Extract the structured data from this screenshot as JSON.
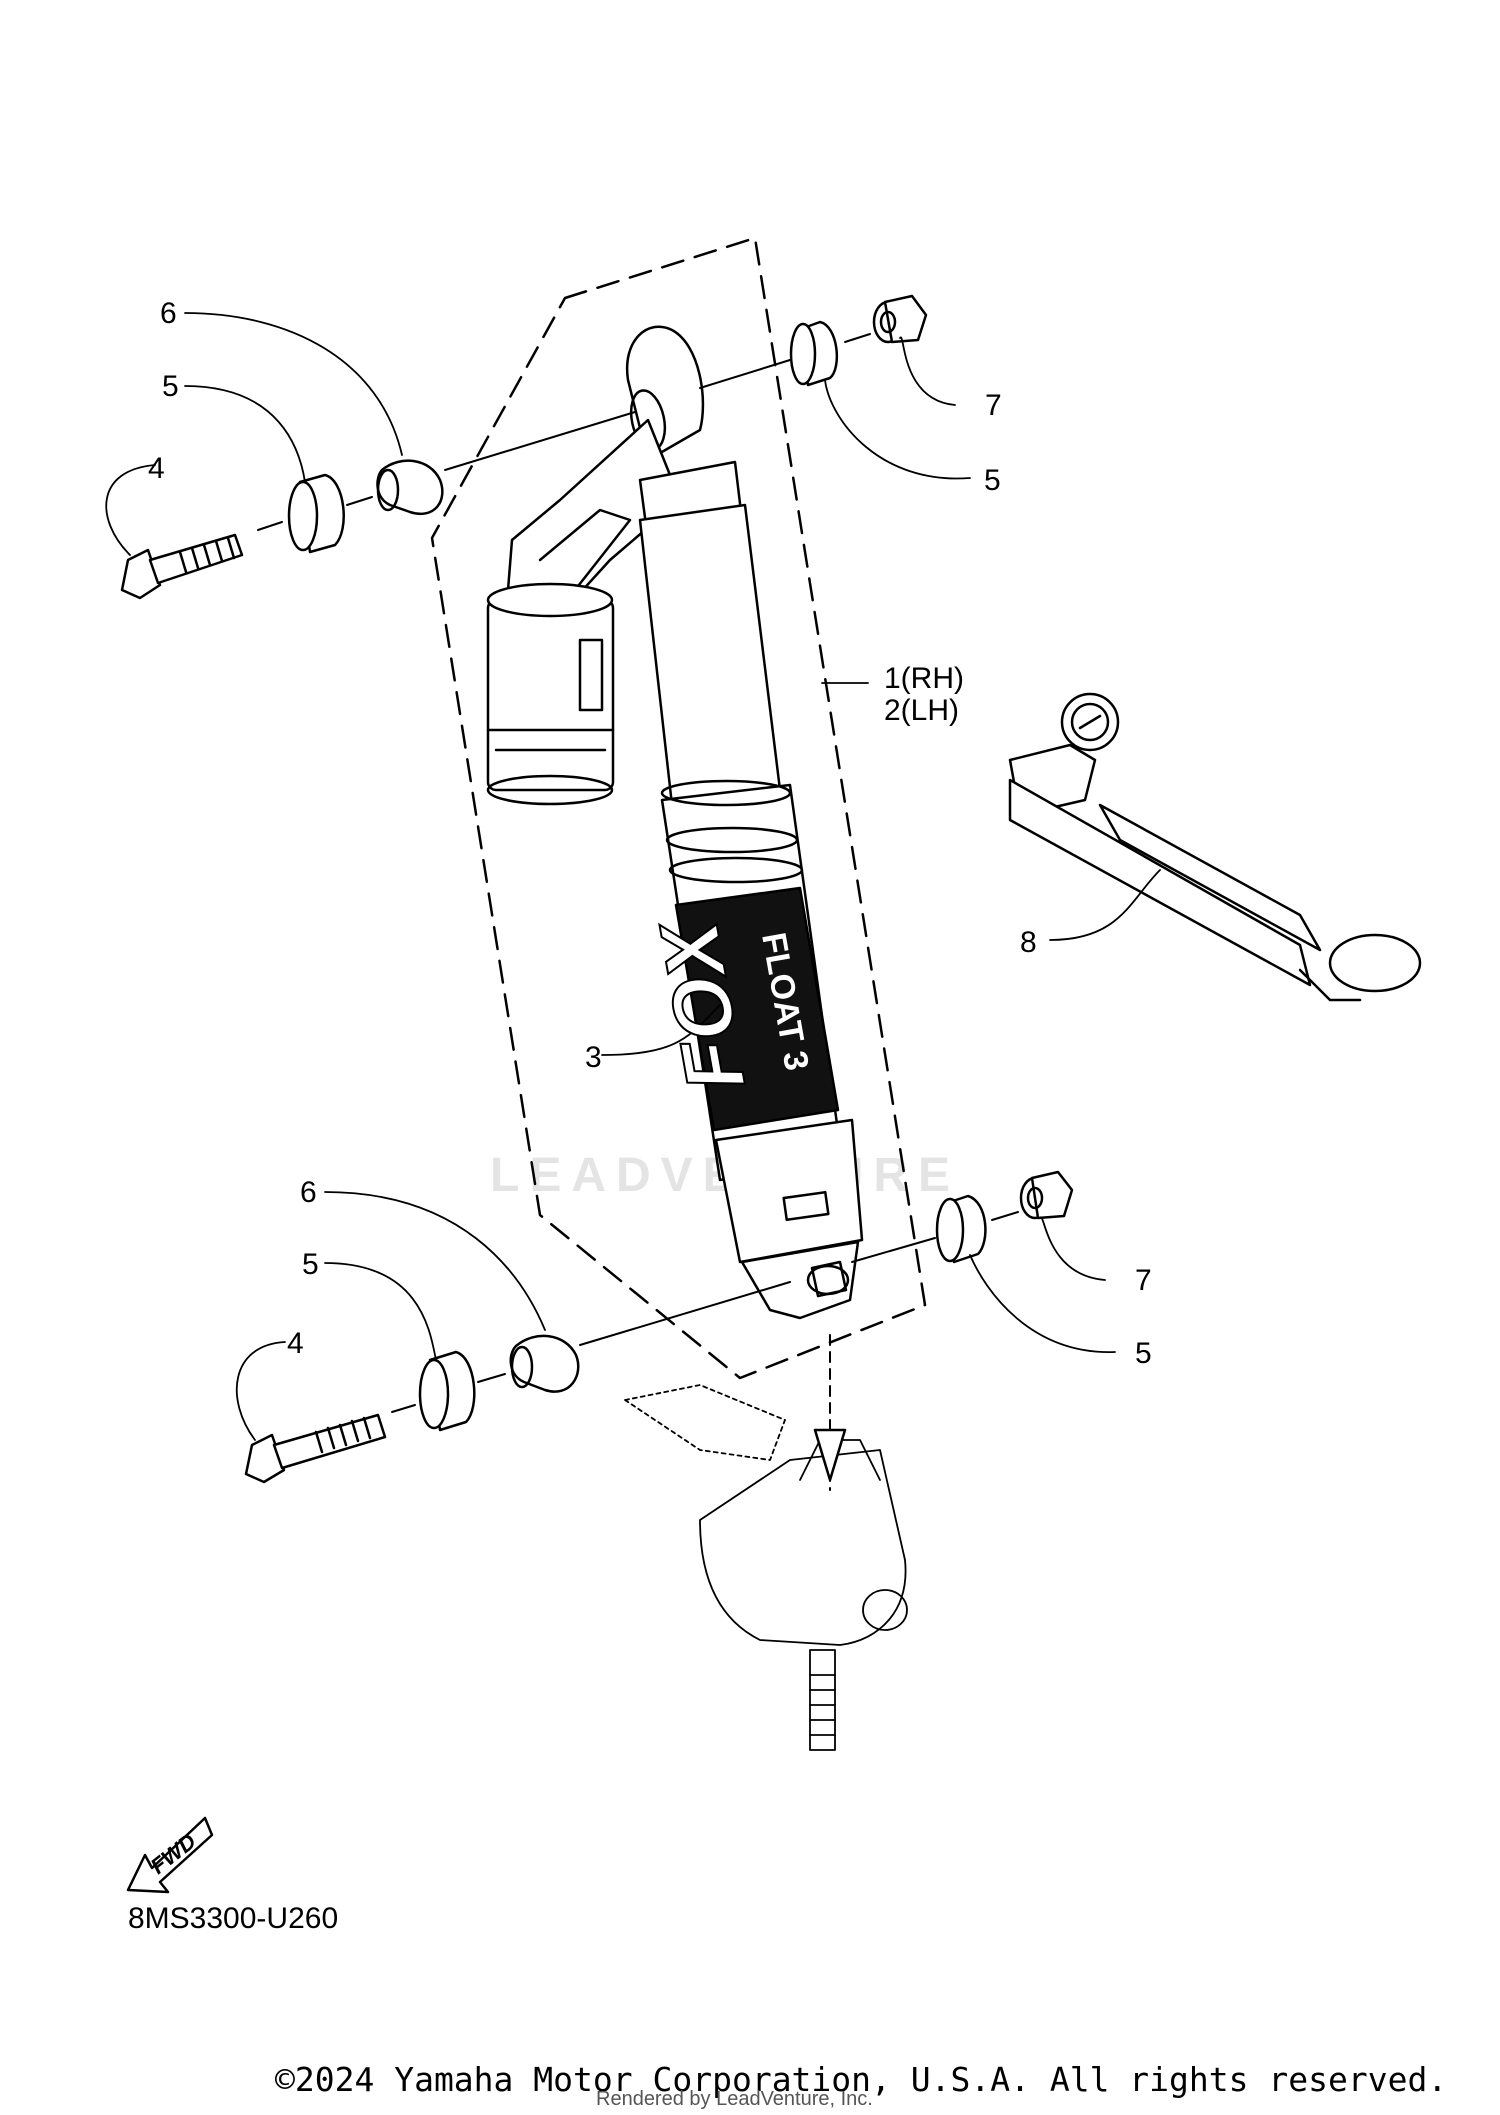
{
  "callouts": {
    "c6_top": "6",
    "c5_top_left": "5",
    "c4_top": "4",
    "c7_top": "7",
    "c5_top_right": "5",
    "c1": "1(RH)",
    "c2": "2(LH)",
    "c8": "8",
    "c3": "3",
    "c6_bottom": "6",
    "c5_bottom_left": "5",
    "c4_bottom": "4",
    "c7_bottom": "7",
    "c5_bottom_right": "5"
  },
  "shock_decal": {
    "brand": "FOX",
    "model": "FLOAT 3"
  },
  "fwd_label": "FWD",
  "diagram_code": "8MS3300-U260",
  "watermark": "LEADVENTURE",
  "copyright": "©2024 Yamaha Motor Corporation, U.S.A. All rights reserved.",
  "rendered_by": "Rendered by LeadVenture, Inc."
}
